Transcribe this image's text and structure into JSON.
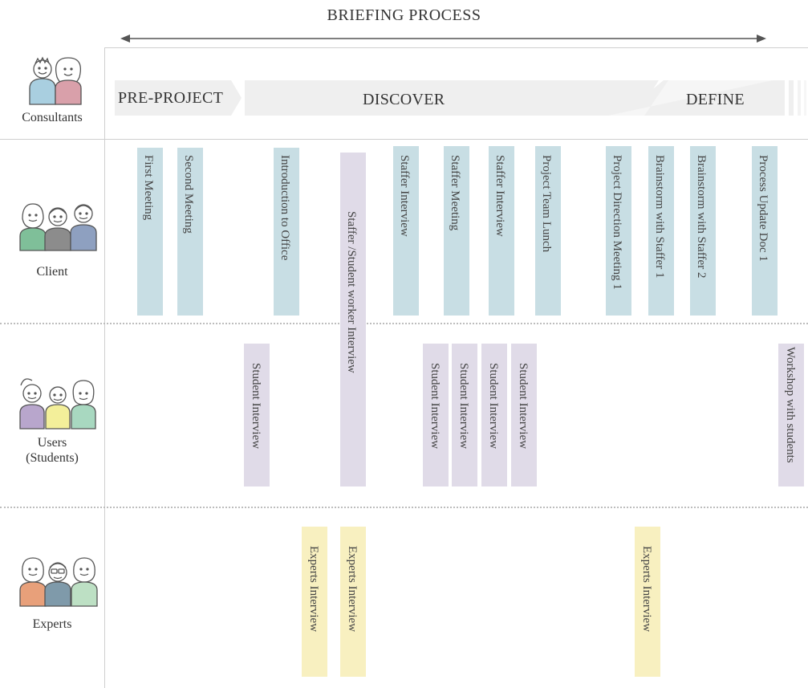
{
  "title": "BRIEFING PROCESS",
  "phases": {
    "pre_project": "PRE-PROJECT",
    "discover": "DISCOVER",
    "define": "DEFINE"
  },
  "rows": {
    "consultants": "Consultants",
    "client": "Client",
    "users_line1": "Users",
    "users_line2": "(Students)",
    "experts": "Experts"
  },
  "activities": {
    "client": [
      "First Meeting",
      "Second Meeting",
      "Introduction to Office",
      "Staffer /Student worker Interview",
      "Staffer  Interview",
      "Staffer  Meeting",
      "Staffer  Interview",
      "Project Team Lunch",
      "Project Direction Meeting 1",
      "Brainstorm with  Staffer 1",
      "Brainstorm with  Staffer 2",
      "Process Update Doc 1"
    ],
    "users": [
      "Student Interview",
      "Student Interview",
      "Student Interview",
      "Student Interview",
      "Student Interview",
      "Workshop with students"
    ],
    "experts": [
      "Experts Interview",
      "Experts Interview",
      "Experts Interview"
    ]
  },
  "colors": {
    "client": "#c8dee4",
    "users": "#e0dbe8",
    "experts": "#f8f0c0",
    "phase_band": "#efefef"
  },
  "icons": {
    "consultants": "two-people-icon",
    "client": "three-people-icon",
    "users": "three-people-icon",
    "experts": "three-people-icon"
  }
}
